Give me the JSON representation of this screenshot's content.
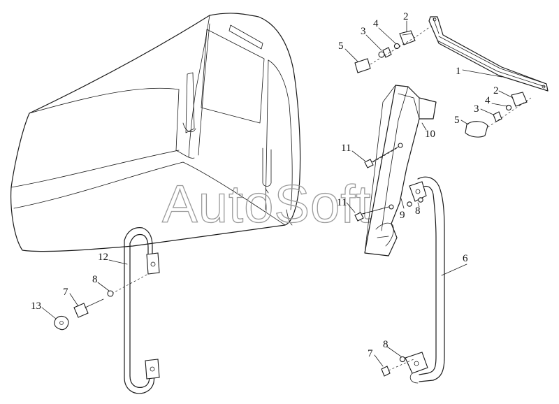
{
  "watermark": "AutoSoft",
  "callouts": [
    "1",
    "2",
    "3",
    "4",
    "5",
    "6",
    "7",
    "8",
    "9",
    "10",
    "11",
    "12",
    "13"
  ],
  "labels": [
    {
      "id": "l1",
      "text": "1"
    },
    {
      "id": "l2a",
      "text": "2"
    },
    {
      "id": "l3a",
      "text": "3"
    },
    {
      "id": "l4a",
      "text": "4"
    },
    {
      "id": "l5a",
      "text": "5"
    },
    {
      "id": "l2b",
      "text": "2"
    },
    {
      "id": "l4b",
      "text": "4"
    },
    {
      "id": "l3b",
      "text": "3"
    },
    {
      "id": "l5b",
      "text": "5"
    },
    {
      "id": "l10",
      "text": "10"
    },
    {
      "id": "l11a",
      "text": "11"
    },
    {
      "id": "l11b",
      "text": "11"
    },
    {
      "id": "l9",
      "text": "9"
    },
    {
      "id": "l8a",
      "text": "8"
    },
    {
      "id": "l6",
      "text": "6"
    },
    {
      "id": "l12",
      "text": "12"
    },
    {
      "id": "l8b",
      "text": "8"
    },
    {
      "id": "l7a",
      "text": "7"
    },
    {
      "id": "l13",
      "text": "13"
    },
    {
      "id": "l8c",
      "text": "8"
    },
    {
      "id": "l7b",
      "text": "7"
    }
  ]
}
